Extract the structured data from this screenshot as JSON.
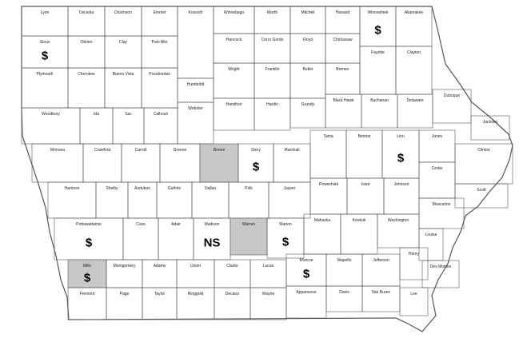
{
  "map": {
    "counties": [
      {
        "id": "lyon",
        "name": "Lyon",
        "highlight": false
      },
      {
        "id": "osceola",
        "name": "Osceola",
        "highlight": false
      },
      {
        "id": "dickinson",
        "name": "Dickinson",
        "highlight": false
      },
      {
        "id": "emmet",
        "name": "Emmet",
        "highlight": false
      },
      {
        "id": "kossuth",
        "name": "Kossuth",
        "highlight": false
      },
      {
        "id": "winnebago",
        "name": "Winnebago",
        "highlight": false
      },
      {
        "id": "worth",
        "name": "Worth",
        "highlight": false
      },
      {
        "id": "mitchell",
        "name": "Mitchell",
        "highlight": false
      },
      {
        "id": "howard",
        "name": "Howard",
        "highlight": false
      },
      {
        "id": "winneshiek",
        "name": "Winneshiek",
        "highlight": false
      },
      {
        "id": "allamakee",
        "name": "Allamakee",
        "highlight": false
      },
      {
        "id": "sioux",
        "name": "Sioux",
        "highlight": false
      },
      {
        "id": "obrien",
        "name": "Obrien",
        "highlight": false
      },
      {
        "id": "clay",
        "name": "Clay",
        "highlight": false
      },
      {
        "id": "palo-alto",
        "name": "Palo Alto",
        "highlight": false
      },
      {
        "id": "hancock",
        "name": "Hancock",
        "highlight": false
      },
      {
        "id": "cerro-gordo",
        "name": "Cerro Gordo",
        "highlight": false
      },
      {
        "id": "floyd",
        "name": "Floyd",
        "highlight": false
      },
      {
        "id": "chickasaw",
        "name": "Chickasaw",
        "highlight": false
      },
      {
        "id": "fayette",
        "name": "Fayette",
        "highlight": false
      },
      {
        "id": "clayton",
        "name": "Clayton",
        "highlight": false
      },
      {
        "id": "plymouth",
        "name": "Plymouth",
        "highlight": false
      },
      {
        "id": "cherokee",
        "name": "Cherokee",
        "highlight": false
      },
      {
        "id": "buena-vista",
        "name": "Buena Vista",
        "highlight": false
      },
      {
        "id": "pocahontas",
        "name": "Pocahontas",
        "highlight": false
      },
      {
        "id": "humboldt",
        "name": "Humboldt",
        "highlight": false
      },
      {
        "id": "wright",
        "name": "Wright",
        "highlight": false
      },
      {
        "id": "franklin",
        "name": "Franklin",
        "highlight": false
      },
      {
        "id": "butler",
        "name": "Butler",
        "highlight": false
      },
      {
        "id": "bremer",
        "name": "Bremer",
        "highlight": false
      },
      {
        "id": "webster",
        "name": "Webster",
        "highlight": false
      },
      {
        "id": "black-hawk",
        "name": "Black Hawk",
        "highlight": false
      },
      {
        "id": "buchanan",
        "name": "Buchanan",
        "highlight": false
      },
      {
        "id": "delaware",
        "name": "Delaware",
        "highlight": false
      },
      {
        "id": "dubuque",
        "name": "Dubuque",
        "highlight": false
      },
      {
        "id": "woodbury",
        "name": "Woodbury",
        "highlight": false
      },
      {
        "id": "ida",
        "name": "Ida",
        "highlight": false
      },
      {
        "id": "sac",
        "name": "Sac",
        "highlight": false
      },
      {
        "id": "calhoun",
        "name": "Calhoun",
        "highlight": false
      },
      {
        "id": "hamilton",
        "name": "Hamilton",
        "highlight": false
      },
      {
        "id": "hardin",
        "name": "Hardin",
        "highlight": false
      },
      {
        "id": "grundy",
        "name": "Grundy",
        "highlight": false
      },
      {
        "id": "jackson",
        "name": "Jackson",
        "highlight": false
      },
      {
        "id": "monona",
        "name": "Monona",
        "highlight": false
      },
      {
        "id": "crawford",
        "name": "Crawford",
        "highlight": false
      },
      {
        "id": "carroll",
        "name": "Carroll",
        "highlight": false
      },
      {
        "id": "greene",
        "name": "Greene",
        "highlight": false
      },
      {
        "id": "boone",
        "name": "Boone",
        "highlight": true
      },
      {
        "id": "story",
        "name": "Story",
        "highlight": false
      },
      {
        "id": "marshall",
        "name": "Marshall",
        "highlight": false
      },
      {
        "id": "tama",
        "name": "Tama",
        "highlight": false
      },
      {
        "id": "benton",
        "name": "Benton",
        "highlight": false
      },
      {
        "id": "linn",
        "name": "Linn",
        "highlight": false
      },
      {
        "id": "jones",
        "name": "Jones",
        "highlight": false
      },
      {
        "id": "clinton",
        "name": "Clinton",
        "highlight": false
      },
      {
        "id": "cedar",
        "name": "Cedar",
        "highlight": false
      },
      {
        "id": "harrison",
        "name": "Harrison",
        "highlight": false
      },
      {
        "id": "shelby",
        "name": "Shelby",
        "highlight": false
      },
      {
        "id": "audubon",
        "name": "Audubon",
        "highlight": false
      },
      {
        "id": "guthrie",
        "name": "Guthrie",
        "highlight": false
      },
      {
        "id": "dallas",
        "name": "Dallas",
        "highlight": false
      },
      {
        "id": "polk",
        "name": "Polk",
        "highlight": false
      },
      {
        "id": "jasper",
        "name": "Jasper",
        "highlight": false
      },
      {
        "id": "poweshiek",
        "name": "Poweshiek",
        "highlight": false
      },
      {
        "id": "iowa",
        "name": "Iowa",
        "highlight": false
      },
      {
        "id": "johnson",
        "name": "Johnson",
        "highlight": false
      },
      {
        "id": "scott",
        "name": "Scott",
        "highlight": false
      },
      {
        "id": "muscatine",
        "name": "Muscatine",
        "highlight": false
      },
      {
        "id": "pottawattamie",
        "name": "Pottawattamie",
        "highlight": false
      },
      {
        "id": "cass",
        "name": "Cass",
        "highlight": false
      },
      {
        "id": "adair",
        "name": "Adair",
        "highlight": false
      },
      {
        "id": "madison",
        "name": "Madison",
        "highlight": false
      },
      {
        "id": "warren",
        "name": "Warren",
        "highlight": true
      },
      {
        "id": "marion",
        "name": "Marion",
        "highlight": false
      },
      {
        "id": "mahaska",
        "name": "Mahaska",
        "highlight": false
      },
      {
        "id": "keokuk",
        "name": "Keokuk",
        "highlight": false
      },
      {
        "id": "washington",
        "name": "Washington",
        "highlight": false
      },
      {
        "id": "louisa",
        "name": "Louisa",
        "highlight": false
      },
      {
        "id": "mills",
        "name": "Mills",
        "highlight": true
      },
      {
        "id": "montgomery",
        "name": "Montgomery",
        "highlight": false
      },
      {
        "id": "adams",
        "name": "Adams",
        "highlight": false
      },
      {
        "id": "union",
        "name": "Union",
        "highlight": false
      },
      {
        "id": "clarke",
        "name": "Clarke",
        "highlight": false
      },
      {
        "id": "lucas",
        "name": "Lucas",
        "highlight": false
      },
      {
        "id": "monroe",
        "name": "Monroe",
        "highlight": false
      },
      {
        "id": "wapello",
        "name": "Wapello",
        "highlight": false
      },
      {
        "id": "jefferson",
        "name": "Jefferson",
        "highlight": false
      },
      {
        "id": "henry",
        "name": "Henry",
        "highlight": false
      },
      {
        "id": "des-moines",
        "name": "Des Moines",
        "highlight": false
      },
      {
        "id": "fremont",
        "name": "Fremont",
        "highlight": false
      },
      {
        "id": "page",
        "name": "Page",
        "highlight": false
      },
      {
        "id": "taylor",
        "name": "Taylor",
        "highlight": false
      },
      {
        "id": "ringgold",
        "name": "Ringgold",
        "highlight": false
      },
      {
        "id": "decatur",
        "name": "Decatur",
        "highlight": false
      },
      {
        "id": "wayne",
        "name": "Wayne",
        "highlight": false
      },
      {
        "id": "appanoose",
        "name": "Appanoose",
        "highlight": false
      },
      {
        "id": "davis",
        "name": "Davis",
        "highlight": false
      },
      {
        "id": "van-buren",
        "name": "Van Buren",
        "highlight": false
      },
      {
        "id": "lee",
        "name": "Lee",
        "highlight": false
      }
    ],
    "markers": [
      {
        "county": "winneshiek",
        "symbol": "$"
      },
      {
        "county": "sioux",
        "symbol": "$"
      },
      {
        "county": "story",
        "symbol": "$"
      },
      {
        "county": "linn",
        "symbol": "$"
      },
      {
        "county": "pottawattamie",
        "symbol": "$"
      },
      {
        "county": "madison",
        "symbol": "NS"
      },
      {
        "county": "marion",
        "symbol": "$"
      },
      {
        "county": "mills",
        "symbol": "$"
      },
      {
        "county": "monroe",
        "symbol": "$"
      }
    ],
    "colors": {
      "outline": "#555555",
      "highlight_fill": "#c8c8c8",
      "background": "#ffffff"
    }
  }
}
